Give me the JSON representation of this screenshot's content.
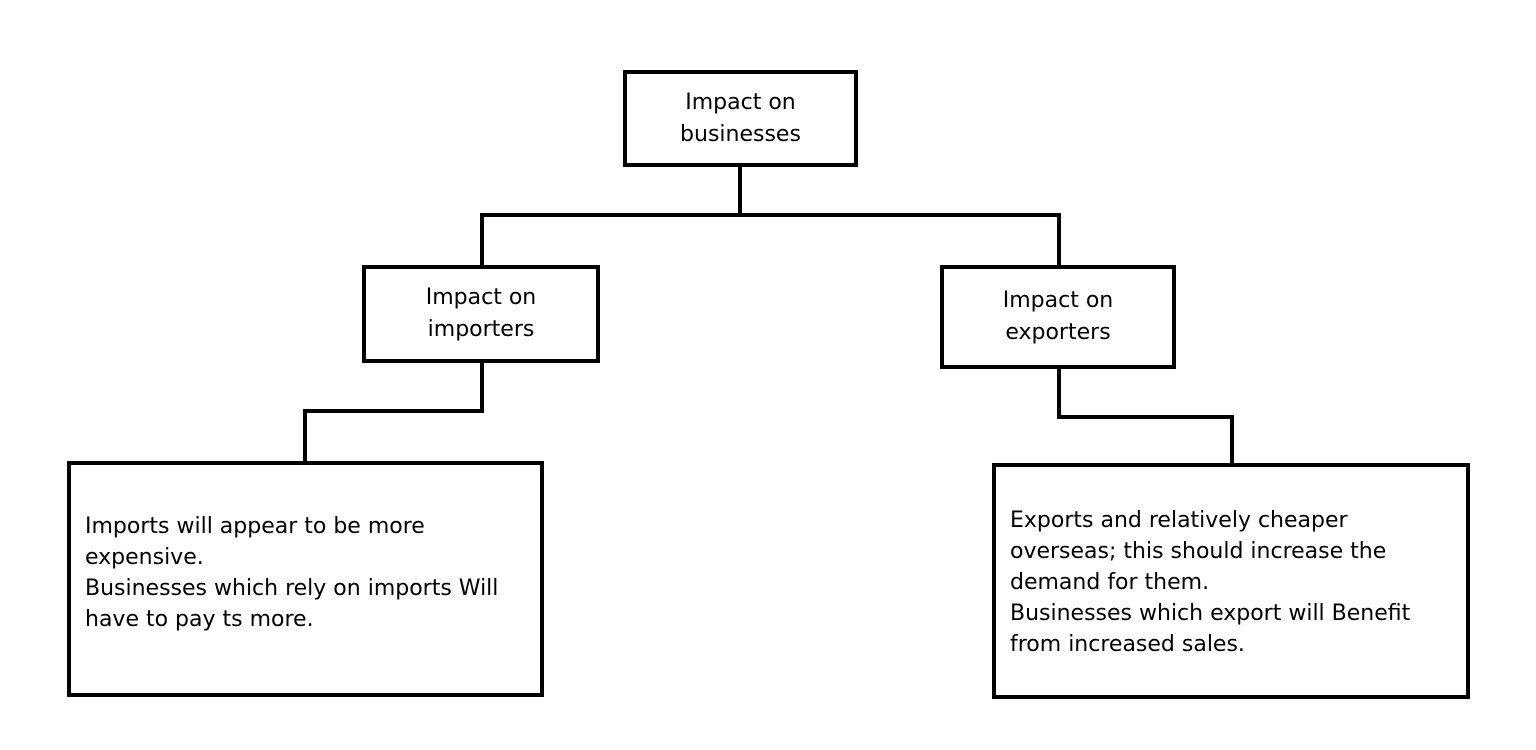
{
  "root": {
    "lines": [
      "Impact on",
      "businesses"
    ]
  },
  "importers": {
    "lines": [
      "Impact on",
      "importers"
    ],
    "detail_lines": [
      "Imports will appear to be more",
      "expensive.",
      "Businesses which rely on imports Will",
      "have to pay ts more."
    ]
  },
  "exporters": {
    "lines": [
      "Impact on",
      "exporters"
    ],
    "detail_lines": [
      "Exports and relatively cheaper",
      "overseas; this should increase the",
      "demand for them.",
      "Businesses which export will Benefit",
      "from increased sales."
    ]
  },
  "colors": {
    "stroke": "#000000",
    "background": "#ffffff"
  }
}
